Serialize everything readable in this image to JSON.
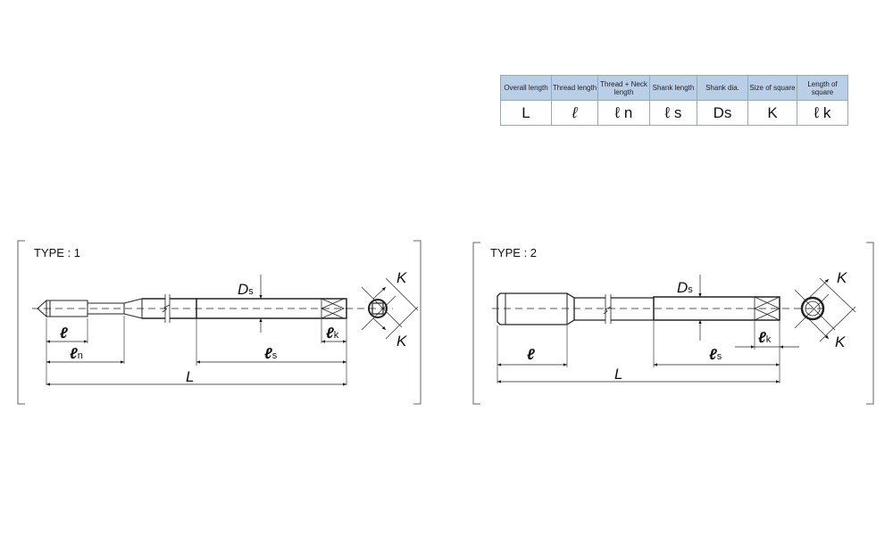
{
  "table": {
    "headers": [
      "Overall length",
      "Thread length",
      "Thread + Neck length",
      "Shank length",
      "Shank dia.",
      "Size of square",
      "Length of square"
    ],
    "symbols": [
      "L",
      "ℓ",
      "ℓ n",
      "ℓ s",
      "Ds",
      "K",
      "ℓ k"
    ]
  },
  "type1": {
    "title": "TYPE : 1",
    "ds": "D",
    "ds_sub": "s",
    "k_top": "K",
    "k_bottom": "K",
    "l": "ℓ",
    "ln": "ℓ",
    "ln_sub": "n",
    "ls": "ℓ",
    "ls_sub": "s",
    "lk": "ℓ",
    "lk_sub": "k",
    "L": "L"
  },
  "type2": {
    "title": "TYPE : 2",
    "ds": "D",
    "ds_sub": "s",
    "k_top": "K",
    "k_bottom": "K",
    "l": "ℓ",
    "ls": "ℓ",
    "ls_sub": "s",
    "lk": "ℓ",
    "lk_sub": "k",
    "L": "L"
  }
}
